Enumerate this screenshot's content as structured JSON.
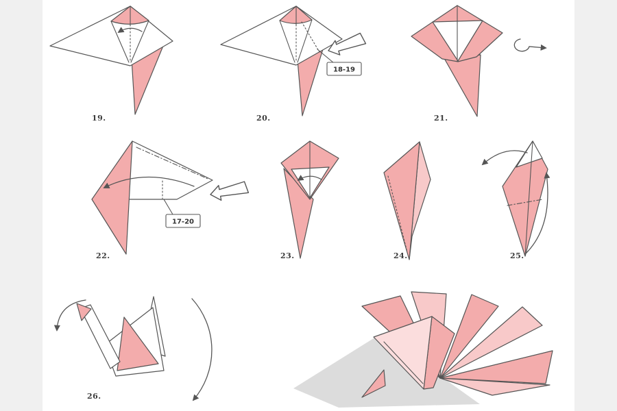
{
  "colors": {
    "paper_pink": "#f3acac",
    "paper_pink_light": "#f8c9c9",
    "outline": "#555555",
    "label": "#3c3c3c",
    "shadow": "#dcdcdc",
    "side_strip": "#f0f0f0"
  },
  "steps": {
    "s19": {
      "label": "19."
    },
    "s20": {
      "label": "20.",
      "annotation": "18-19"
    },
    "s21": {
      "label": "21."
    },
    "s22": {
      "label": "22.",
      "annotation": "17-20"
    },
    "s23": {
      "label": "23."
    },
    "s24": {
      "label": "24."
    },
    "s25": {
      "label": "25."
    },
    "s26": {
      "label": "26."
    }
  }
}
